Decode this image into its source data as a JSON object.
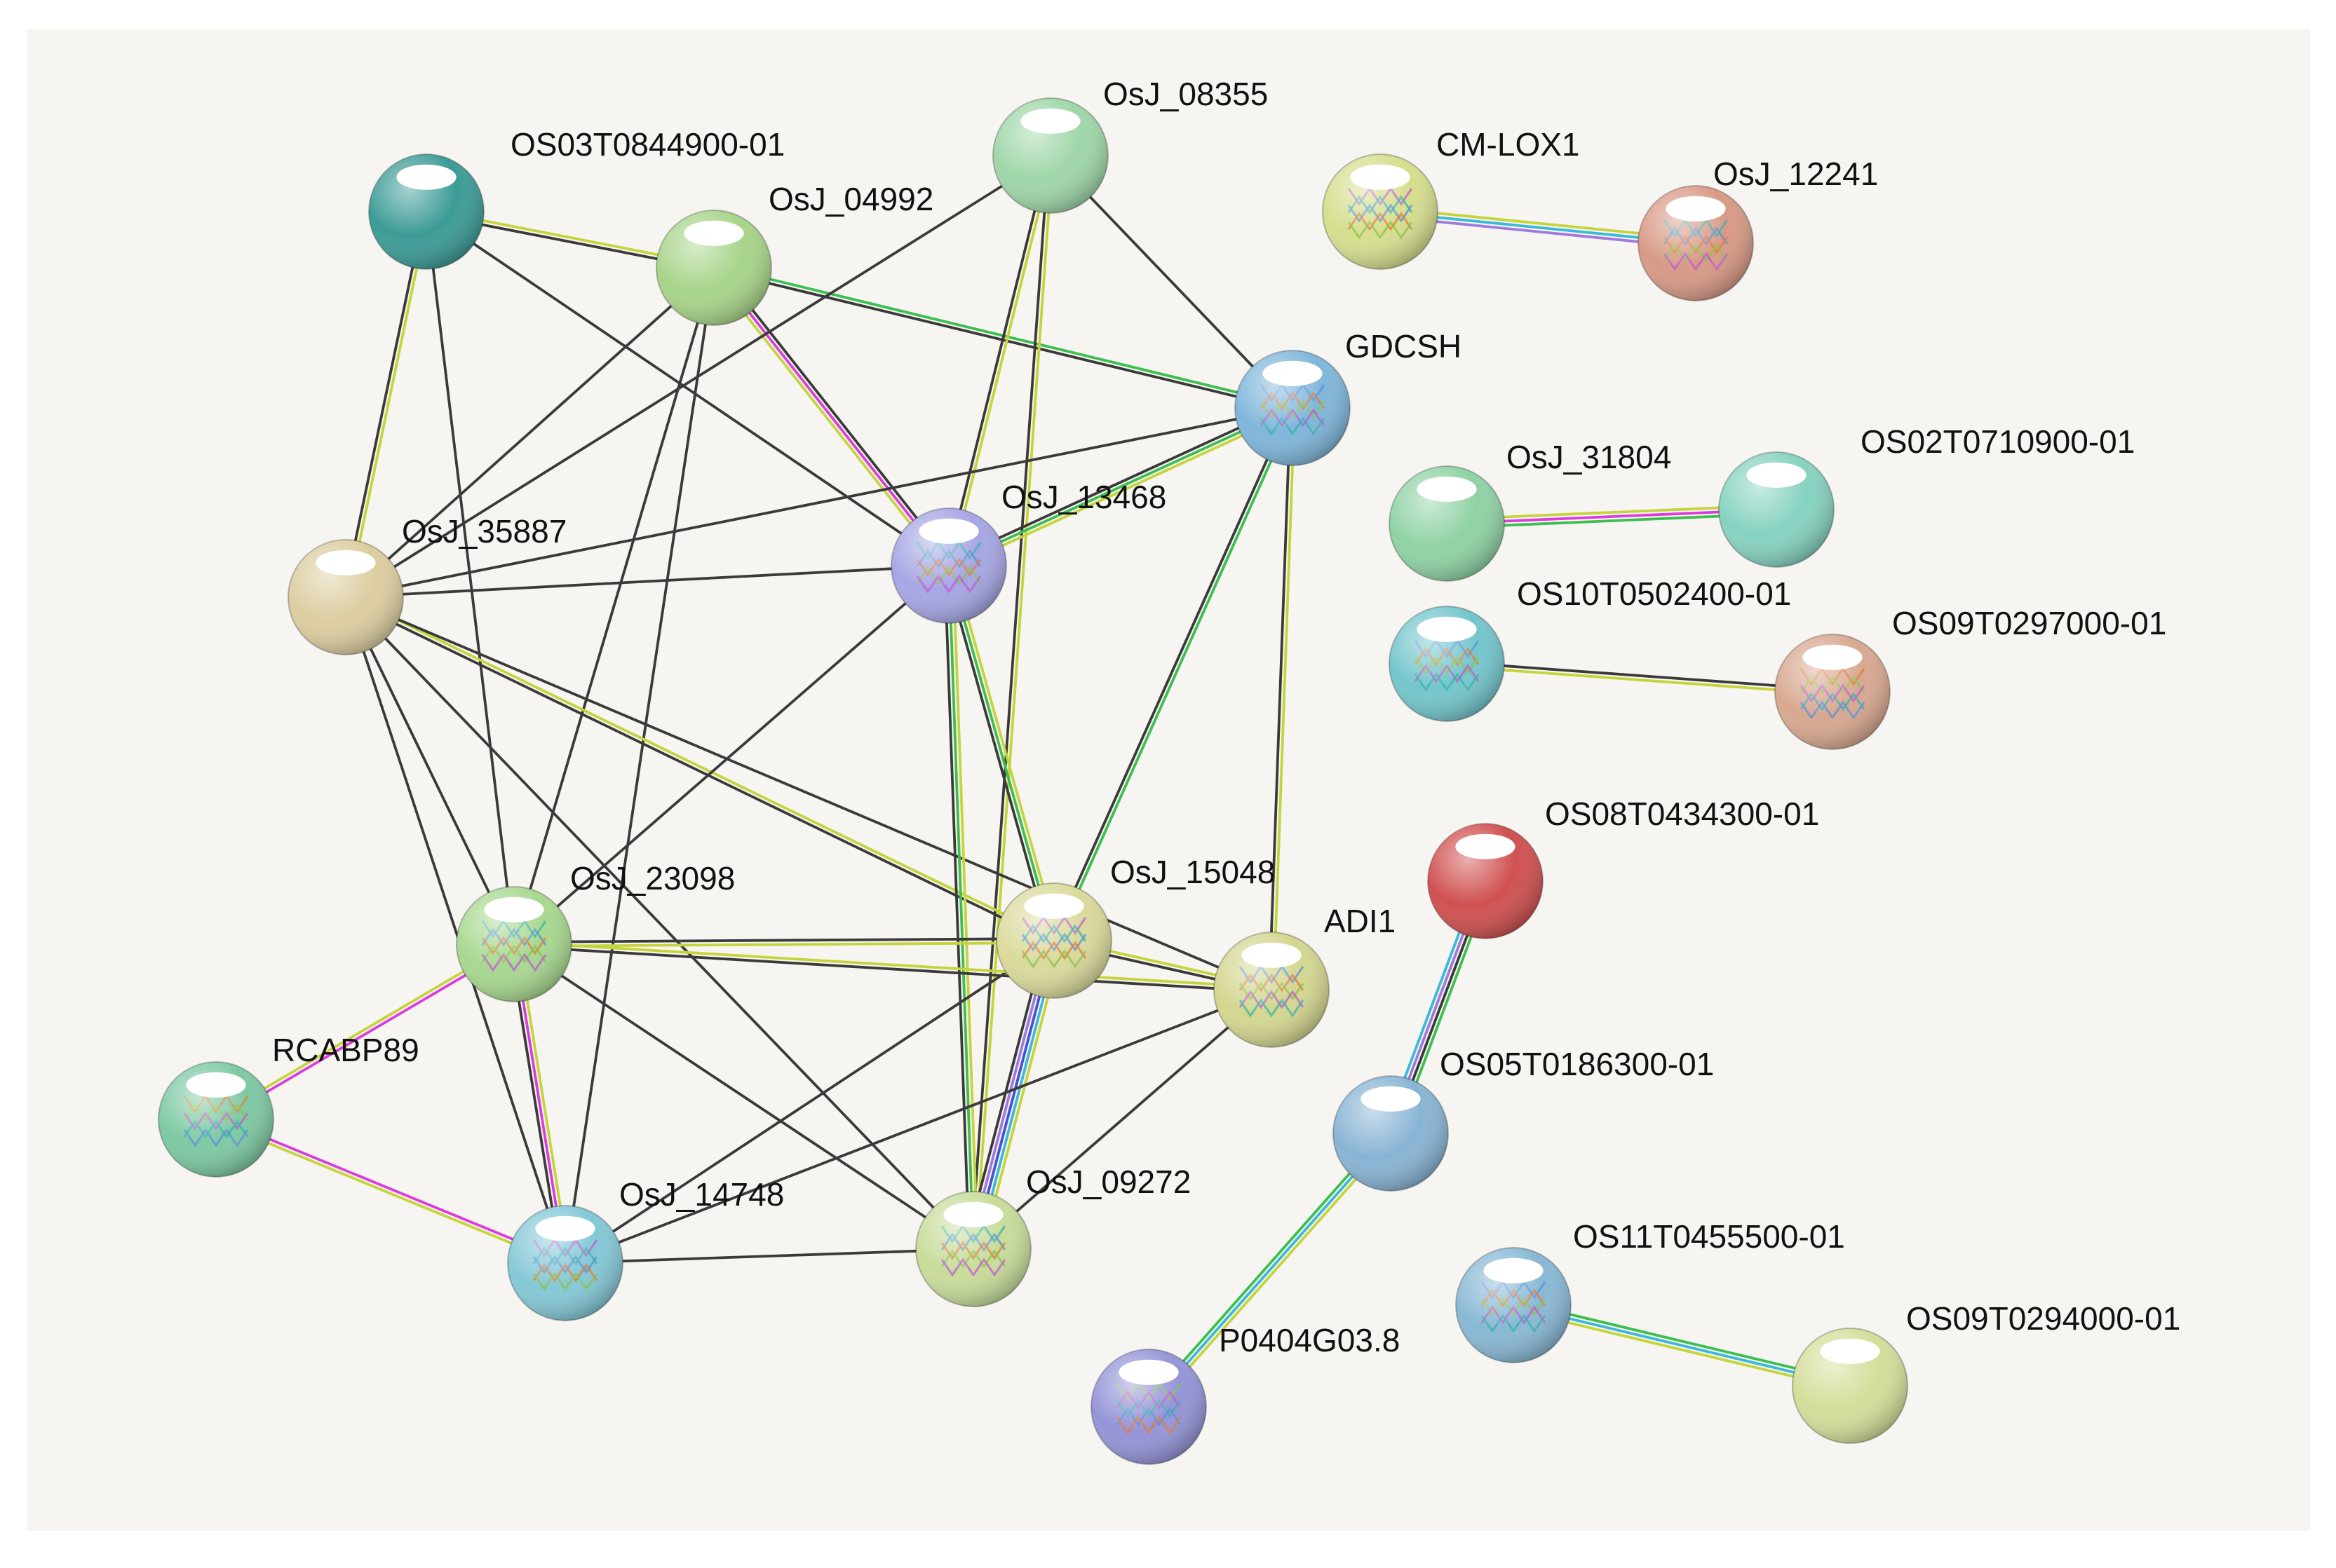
{
  "network": {
    "nodes": [
      {
        "id": "OS03T0844900-01",
        "label": "OS03T0844900-01",
        "color": "#3c9b96",
        "structure": false
      },
      {
        "id": "OsJ_04992",
        "label": "OsJ_04992",
        "color": "#a8d48a",
        "structure": false
      },
      {
        "id": "OsJ_08355",
        "label": "OsJ_08355",
        "color": "#9fd6a8",
        "structure": false
      },
      {
        "id": "CM-LOX1",
        "label": "CM-LOX1",
        "color": "#d6de8e",
        "structure": true
      },
      {
        "id": "OsJ_12241",
        "label": "OsJ_12241",
        "color": "#d89a86",
        "structure": true
      },
      {
        "id": "GDCSH",
        "label": "GDCSH",
        "color": "#7fb6da",
        "structure": true
      },
      {
        "id": "OsJ_31804",
        "label": "OsJ_31804",
        "color": "#8fd2a4",
        "structure": false
      },
      {
        "id": "OS02T0710900-01",
        "label": "OS02T0710900-01",
        "color": "#86d2c0",
        "structure": false
      },
      {
        "id": "OsJ_35887",
        "label": "OsJ_35887",
        "color": "#dccda0",
        "structure": false
      },
      {
        "id": "OsJ_13468",
        "label": "OsJ_13468",
        "color": "#a6a6e4",
        "structure": true
      },
      {
        "id": "OS10T0502400-01",
        "label": "OS10T0502400-01",
        "color": "#74c6cc",
        "structure": true
      },
      {
        "id": "OS09T0297000-01",
        "label": "OS09T0297000-01",
        "color": "#d8a890",
        "structure": true
      },
      {
        "id": "OS08T0434300-01",
        "label": "OS08T0434300-01",
        "color": "#d05050",
        "structure": false
      },
      {
        "id": "OsJ_15048",
        "label": "OsJ_15048",
        "color": "#dada9c",
        "structure": true
      },
      {
        "id": "OsJ_23098",
        "label": "OsJ_23098",
        "color": "#a8d890",
        "structure": true
      },
      {
        "id": "ADI1",
        "label": "ADI1",
        "color": "#d4d690",
        "structure": true
      },
      {
        "id": "RCABP89",
        "label": "RCABP89",
        "color": "#7ec9a4",
        "structure": true
      },
      {
        "id": "OS05T0186300-01",
        "label": "OS05T0186300-01",
        "color": "#88b4d4",
        "structure": false
      },
      {
        "id": "OsJ_14748",
        "label": "OsJ_14748",
        "color": "#84c8d6",
        "structure": true
      },
      {
        "id": "OsJ_09272",
        "label": "OsJ_09272",
        "color": "#c8dc9a",
        "structure": true
      },
      {
        "id": "OS11T0455500-01",
        "label": "OS11T0455500-01",
        "color": "#88b8d4",
        "structure": true
      },
      {
        "id": "OS09T0294000-01",
        "label": "OS09T0294000-01",
        "color": "#d4de9a",
        "structure": false
      },
      {
        "id": "P0404G03.8",
        "label": "P0404G03.8",
        "color": "#9494d8",
        "structure": true
      }
    ],
    "edge_colors": {
      "k": "#3a3a3a",
      "y": "#c6d43c",
      "g": "#3cbe50",
      "m": "#dc3cdc",
      "c": "#3cb8d8",
      "b": "#4450dc",
      "v": "#a078e0"
    },
    "edges": [
      {
        "a": "OS03T0844900-01",
        "b": "OsJ_04992",
        "types": [
          "y",
          "k"
        ]
      },
      {
        "a": "OS03T0844900-01",
        "b": "OsJ_35887",
        "types": [
          "y",
          "k"
        ]
      },
      {
        "a": "OS03T0844900-01",
        "b": "OsJ_13468",
        "types": [
          "k"
        ]
      },
      {
        "a": "OS03T0844900-01",
        "b": "OsJ_23098",
        "types": [
          "k"
        ]
      },
      {
        "a": "OsJ_04992",
        "b": "GDCSH",
        "types": [
          "g",
          "k"
        ]
      },
      {
        "a": "OsJ_04992",
        "b": "OsJ_13468",
        "types": [
          "k",
          "m",
          "y"
        ]
      },
      {
        "a": "OsJ_04992",
        "b": "OsJ_35887",
        "types": [
          "k"
        ]
      },
      {
        "a": "OsJ_04992",
        "b": "OsJ_14748",
        "types": [
          "k"
        ]
      },
      {
        "a": "OsJ_04992",
        "b": "OsJ_23098",
        "types": [
          "k"
        ]
      },
      {
        "a": "OsJ_08355",
        "b": "OsJ_35887",
        "types": [
          "k"
        ]
      },
      {
        "a": "OsJ_08355",
        "b": "GDCSH",
        "types": [
          "k"
        ]
      },
      {
        "a": "OsJ_08355",
        "b": "OsJ_13468",
        "types": [
          "y",
          "k"
        ]
      },
      {
        "a": "OsJ_08355",
        "b": "OsJ_09272",
        "types": [
          "y",
          "k"
        ]
      },
      {
        "a": "OsJ_35887",
        "b": "GDCSH",
        "types": [
          "k"
        ]
      },
      {
        "a": "OsJ_35887",
        "b": "OsJ_13468",
        "types": [
          "k"
        ]
      },
      {
        "a": "OsJ_35887",
        "b": "OsJ_15048",
        "types": [
          "y",
          "k"
        ]
      },
      {
        "a": "OsJ_35887",
        "b": "ADI1",
        "types": [
          "k"
        ]
      },
      {
        "a": "OsJ_35887",
        "b": "OsJ_23098",
        "types": [
          "k"
        ]
      },
      {
        "a": "OsJ_35887",
        "b": "OsJ_14748",
        "types": [
          "k"
        ]
      },
      {
        "a": "OsJ_35887",
        "b": "OsJ_09272",
        "types": [
          "k"
        ]
      },
      {
        "a": "GDCSH",
        "b": "OsJ_13468",
        "types": [
          "y",
          "g",
          "k"
        ]
      },
      {
        "a": "GDCSH",
        "b": "OsJ_15048",
        "types": [
          "g",
          "k"
        ]
      },
      {
        "a": "GDCSH",
        "b": "ADI1",
        "types": [
          "y",
          "k"
        ]
      },
      {
        "a": "OsJ_13468",
        "b": "OsJ_15048",
        "types": [
          "y",
          "g",
          "k"
        ]
      },
      {
        "a": "OsJ_13468",
        "b": "OsJ_09272",
        "types": [
          "y",
          "g",
          "k"
        ]
      },
      {
        "a": "OsJ_13468",
        "b": "OsJ_23098",
        "types": [
          "k"
        ]
      },
      {
        "a": "OsJ_15048",
        "b": "OsJ_23098",
        "types": [
          "y",
          "k"
        ]
      },
      {
        "a": "OsJ_15048",
        "b": "ADI1",
        "types": [
          "y",
          "k"
        ]
      },
      {
        "a": "OsJ_15048",
        "b": "OsJ_09272",
        "types": [
          "y",
          "c",
          "b",
          "v",
          "k"
        ]
      },
      {
        "a": "OsJ_15048",
        "b": "OsJ_14748",
        "types": [
          "k"
        ]
      },
      {
        "a": "OsJ_23098",
        "b": "ADI1",
        "types": [
          "y",
          "k"
        ]
      },
      {
        "a": "OsJ_23098",
        "b": "RCABP89",
        "types": [
          "m",
          "y"
        ]
      },
      {
        "a": "OsJ_23098",
        "b": "OsJ_14748",
        "types": [
          "y",
          "m",
          "k"
        ]
      },
      {
        "a": "OsJ_23098",
        "b": "OsJ_09272",
        "types": [
          "k"
        ]
      },
      {
        "a": "ADI1",
        "b": "OsJ_09272",
        "types": [
          "k"
        ]
      },
      {
        "a": "ADI1",
        "b": "OsJ_14748",
        "types": [
          "k"
        ]
      },
      {
        "a": "RCABP89",
        "b": "OsJ_14748",
        "types": [
          "m",
          "y"
        ]
      },
      {
        "a": "OsJ_14748",
        "b": "OsJ_09272",
        "types": [
          "k"
        ]
      },
      {
        "a": "CM-LOX1",
        "b": "OsJ_12241",
        "types": [
          "y",
          "c",
          "v"
        ]
      },
      {
        "a": "OsJ_31804",
        "b": "OS02T0710900-01",
        "types": [
          "y",
          "m",
          "g"
        ]
      },
      {
        "a": "OS10T0502400-01",
        "b": "OS09T0297000-01",
        "types": [
          "k",
          "y"
        ]
      },
      {
        "a": "OS08T0434300-01",
        "b": "OS05T0186300-01",
        "types": [
          "g",
          "k",
          "v",
          "c"
        ]
      },
      {
        "a": "OS05T0186300-01",
        "b": "P0404G03.8",
        "types": [
          "y",
          "c",
          "g"
        ]
      },
      {
        "a": "OS11T0455500-01",
        "b": "OS09T0294000-01",
        "types": [
          "g",
          "c",
          "y"
        ]
      }
    ]
  }
}
